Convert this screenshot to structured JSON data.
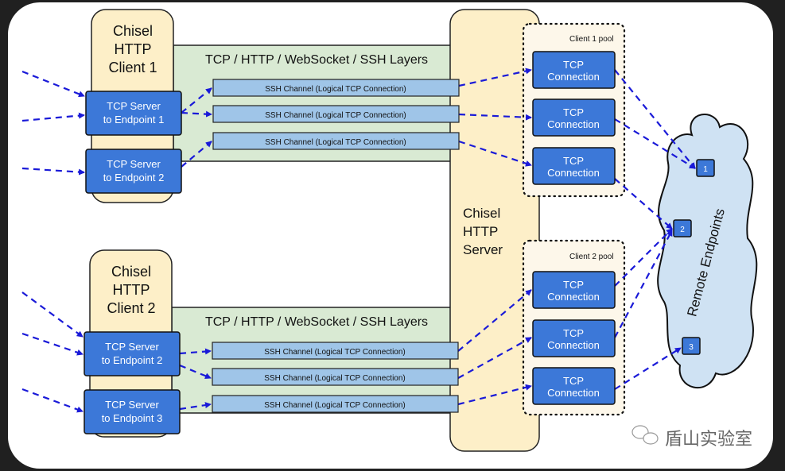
{
  "clients": [
    {
      "title": [
        "Chisel",
        "HTTP",
        "Client 1"
      ],
      "layers_label": "TCP / HTTP / WebSocket / SSH Layers",
      "tcp_servers": [
        [
          "TCP Server",
          "to Endpoint 1"
        ],
        [
          "TCP Server",
          "to Endpoint 2"
        ]
      ],
      "ssh_channels": [
        "SSH Channel (Logical TCP Connection)",
        "SSH Channel (Logical TCP Connection)",
        "SSH Channel (Logical TCP Connection)"
      ]
    },
    {
      "title": [
        "Chisel",
        "HTTP",
        "Client 2"
      ],
      "layers_label": "TCP / HTTP / WebSocket / SSH Layers",
      "tcp_servers": [
        [
          "TCP Server",
          "to Endpoint 2"
        ],
        [
          "TCP Server",
          "to Endpoint 3"
        ]
      ],
      "ssh_channels": [
        "SSH Channel (Logical TCP Connection)",
        "SSH Channel (Logical TCP Connection)",
        "SSH Channel (Logical TCP Connection)"
      ]
    }
  ],
  "server": {
    "title": [
      "Chisel",
      "HTTP",
      "Server"
    ]
  },
  "pools": [
    {
      "label": "Client 1 pool",
      "connections": [
        [
          "TCP",
          "Connection"
        ],
        [
          "TCP",
          "Connection"
        ],
        [
          "TCP",
          "Connection"
        ]
      ]
    },
    {
      "label": "Client 2 pool",
      "connections": [
        [
          "TCP",
          "Connection"
        ],
        [
          "TCP",
          "Connection"
        ],
        [
          "TCP",
          "Connection"
        ]
      ]
    }
  ],
  "remote": {
    "label": "Remote Endpoints",
    "endpoints": [
      "1",
      "2",
      "3"
    ]
  },
  "watermark": "盾山实验室",
  "colors": {
    "client": "#fdefc8",
    "layer": "#d9ead3",
    "box": "#3c78d8",
    "channel": "#9fc5e8",
    "cloud": "#cfe2f3",
    "arrow": "#1a1ad8"
  }
}
